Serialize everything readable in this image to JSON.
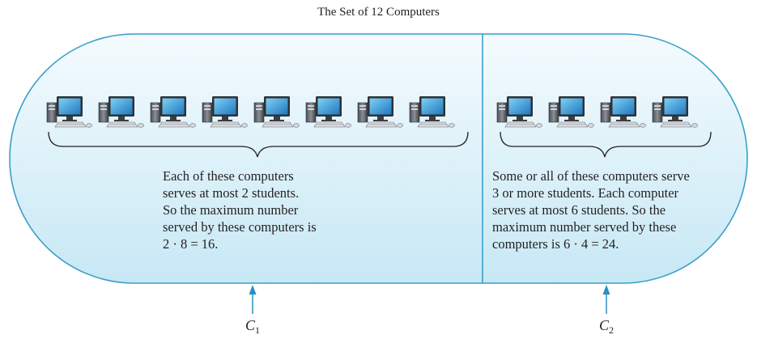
{
  "title": "The Set of 12 Computers",
  "left_region": {
    "computer_count": 8,
    "description": [
      "Each of these computers",
      "serves at most 2 students.",
      "So the maximum number",
      "served by these computers is",
      "2 · 8 = 16."
    ]
  },
  "right_region": {
    "computer_count": 4,
    "description": [
      "Some or all of these computers serve",
      "3 or more students.  Each computer",
      "serves at most 6 students.  So the",
      "maximum number served by these",
      "computers is 6 · 4 = 24."
    ]
  },
  "labels": {
    "c1": {
      "letter": "C",
      "sub": "1"
    },
    "c2": {
      "letter": "C",
      "sub": "2"
    }
  },
  "colors": {
    "outline": "#3a9fc9",
    "fill_light": "#f4fbfe",
    "fill_dark": "#c7e8f5",
    "arrow": "#2b8fc4",
    "text": "#231f20",
    "screen": "#2a8fd0"
  }
}
